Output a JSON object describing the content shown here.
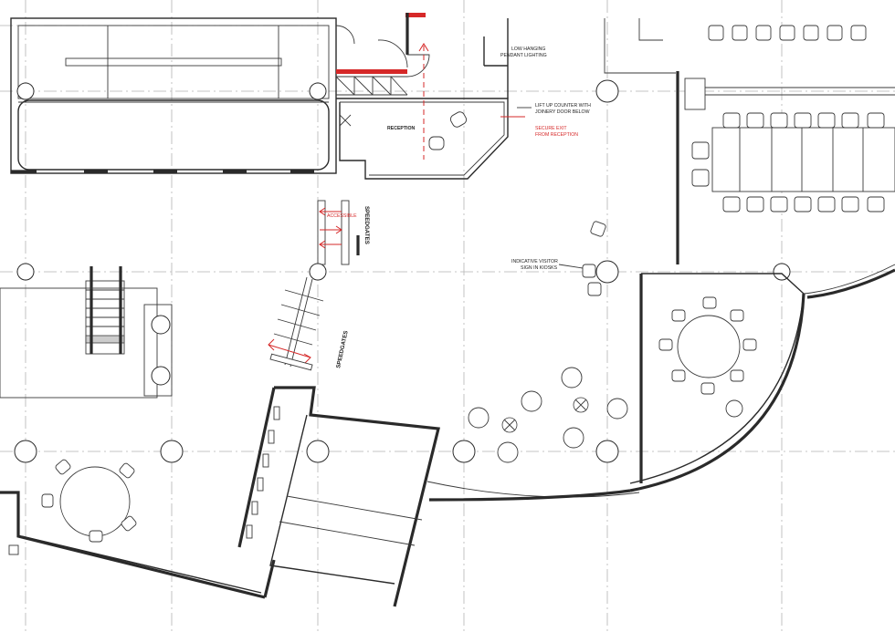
{
  "plan": {
    "labels": {
      "low_hanging": "LOW HANGING",
      "pendant_lighting": "PENDANT LIGHTING",
      "lift_up_counter": "LIFT UP COUNTER WITH",
      "joinery_door": "JOINERY DOOR BELOW",
      "secure_exit": "SECURE EXIT",
      "from_reception": "FROM RECEPTION",
      "reception": "RECEPTION",
      "speedgates_top": "SPEEDGATES",
      "accessible": "ACCESSIBLE",
      "indicative_visitor": "INDICATIVE VISITOR",
      "sign_in_kiosks": "SIGN IN KIOSKS",
      "speedgates_bottom": "SPEEDGATES"
    },
    "colors": {
      "line": "#2a2a2a",
      "grid": "#b4b4b4",
      "accent": "#d62828",
      "background": "#ffffff"
    }
  }
}
